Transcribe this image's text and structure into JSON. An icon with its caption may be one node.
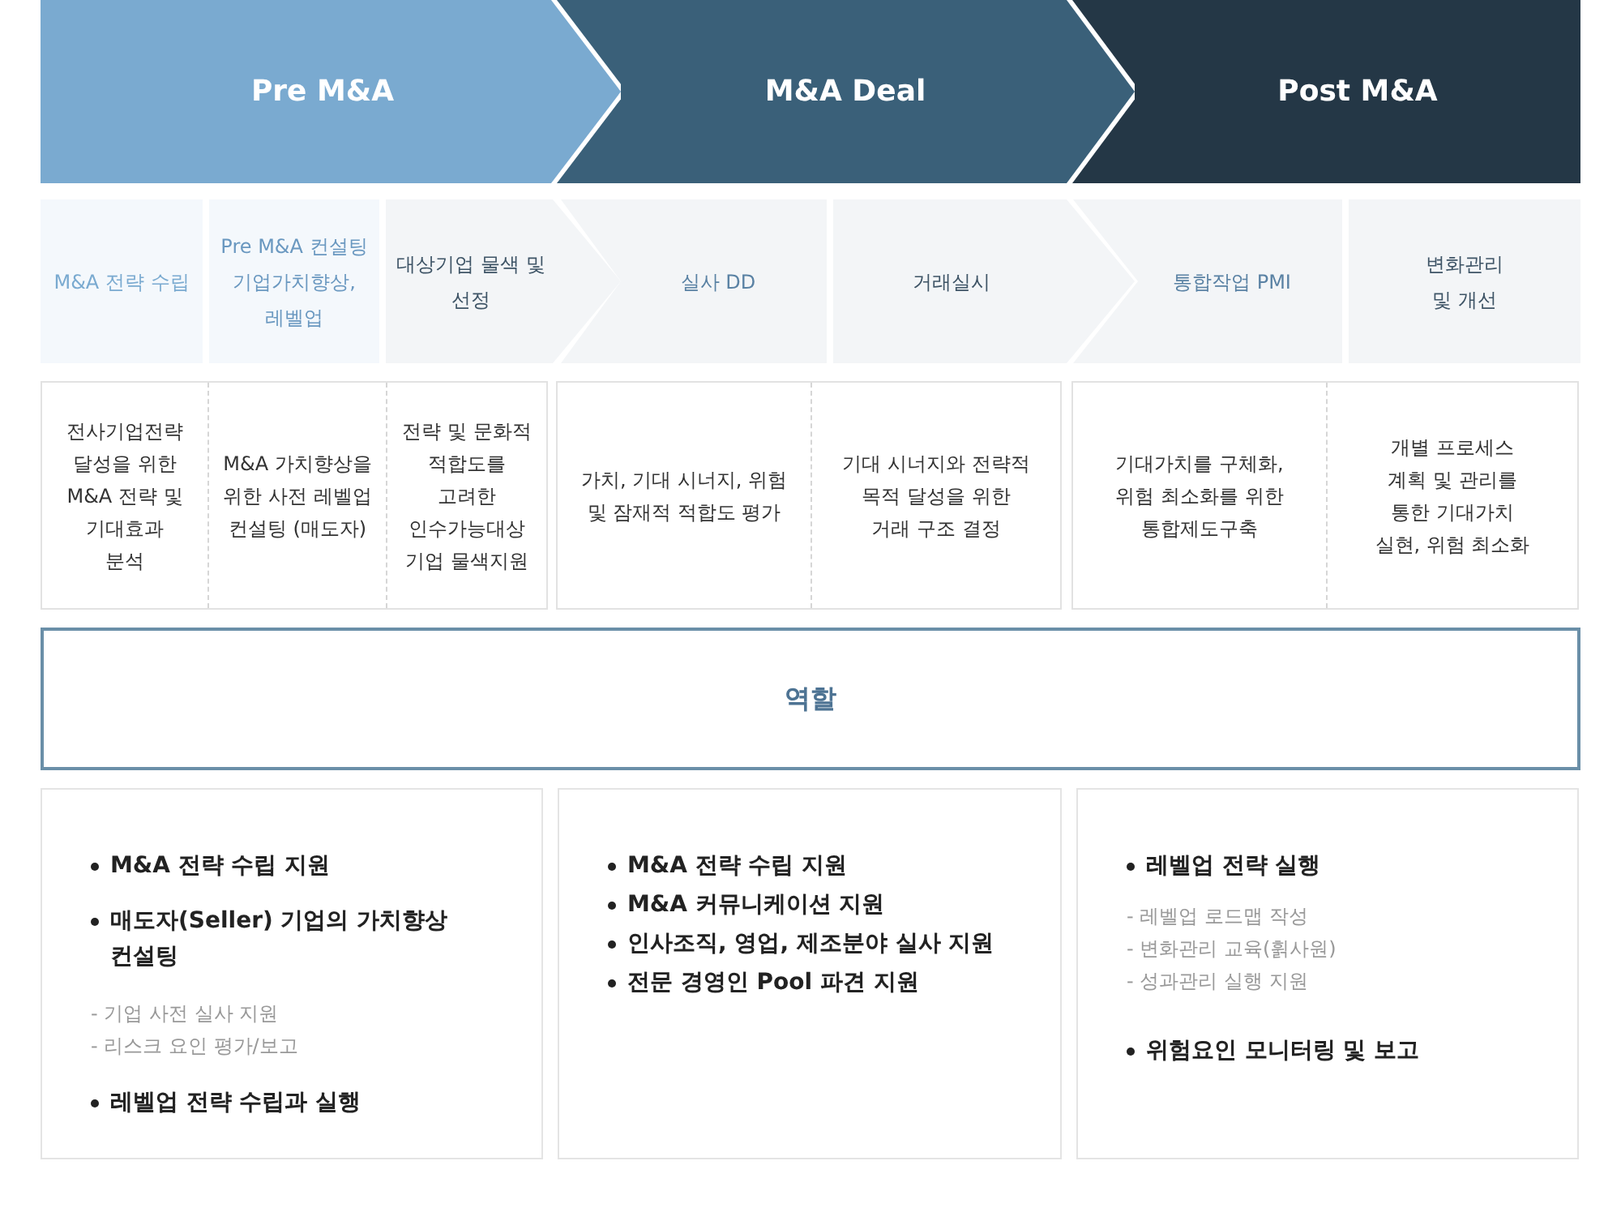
{
  "diagram": {
    "nodes": [
      {
        "text": [
          "Pre M&A"
        ]
      },
      {
        "text": [
          "M&A Deal"
        ]
      },
      {
        "text": [
          "Post M&A"
        ]
      },
      {
        "text": [
          "M&A 전략 수립"
        ]
      },
      {
        "text": [
          "Pre M&A 컨설팅 기업가치향상, 레벨업"
        ]
      },
      {
        "text": [
          "대상기업 물색 및 선정"
        ]
      },
      {
        "text": [
          "실사 DD"
        ]
      },
      {
        "text": [
          "거래실시"
        ]
      },
      {
        "text": [
          "통합작업 PMI"
        ]
      },
      {
        "text": [
          "변화관리 및 개선"
        ]
      },
      {
        "text": [],
        "shape": "box"
      },
      {
        "text": [
          "전사기업전략 달성을 위한 M&A 전략 및 기대효과 분석"
        ],
        "in": 10
      },
      {
        "text": [
          "M&A 가치향상을 위한 사전 레벨업 컨설팅 (매도자)"
        ],
        "in": 10
      },
      {
        "text": [
          "전략 및 문화적 적합도를 고려한 인수가능대상 기업 물색지원"
        ],
        "in": 10
      },
      {
        "text": [],
        "shape": "box"
      },
      {
        "text": [
          "가치, 기대 시너지, 위험 및 잠재적 적합도 평가"
        ],
        "in": 14
      },
      {
        "text": [
          "기대 시너지와 전략적 목적 달성을 위한 거래 구조 결정"
        ],
        "in": 14
      },
      {
        "text": [],
        "shape": "box"
      },
      {
        "text": [
          "기대가치를 구체화, 위험 최소화를 위한 통합제도구축"
        ],
        "in": 17
      },
      {
        "text": [
          "개별 프로세스 계획 및 관리를 통한 기대가치 실현, 위험 최소화"
        ],
        "in": 17
      },
      {
        "text": [
          "역할"
        ]
      },
      {
        "text": [
          "M&A 전략 수립 지원",
          "매도자(Seller) 기업의 가치향상 컨설팅",
          "- 기업 사전 실사 지원",
          "- 리스크 요인 평가/보고",
          "레벨업 전략 수립과 실행"
        ]
      },
      {
        "text": [
          "M&A 전략 수립 지원",
          "M&A 커뮤니케이션 지원",
          "인사조직, 영업, 제조분야 실사 지원",
          "전문 경영인 Pool 파견 지원"
        ]
      },
      {
        "text": [
          "레벨업 전략 실행",
          "- 레벨업 로드맵 작성",
          "- 변화관리 교육(휡사원)",
          "- 성과관리 실행 지원",
          "위험요인 모니터링 및 보고"
        ]
      }
    ]
  }
}
